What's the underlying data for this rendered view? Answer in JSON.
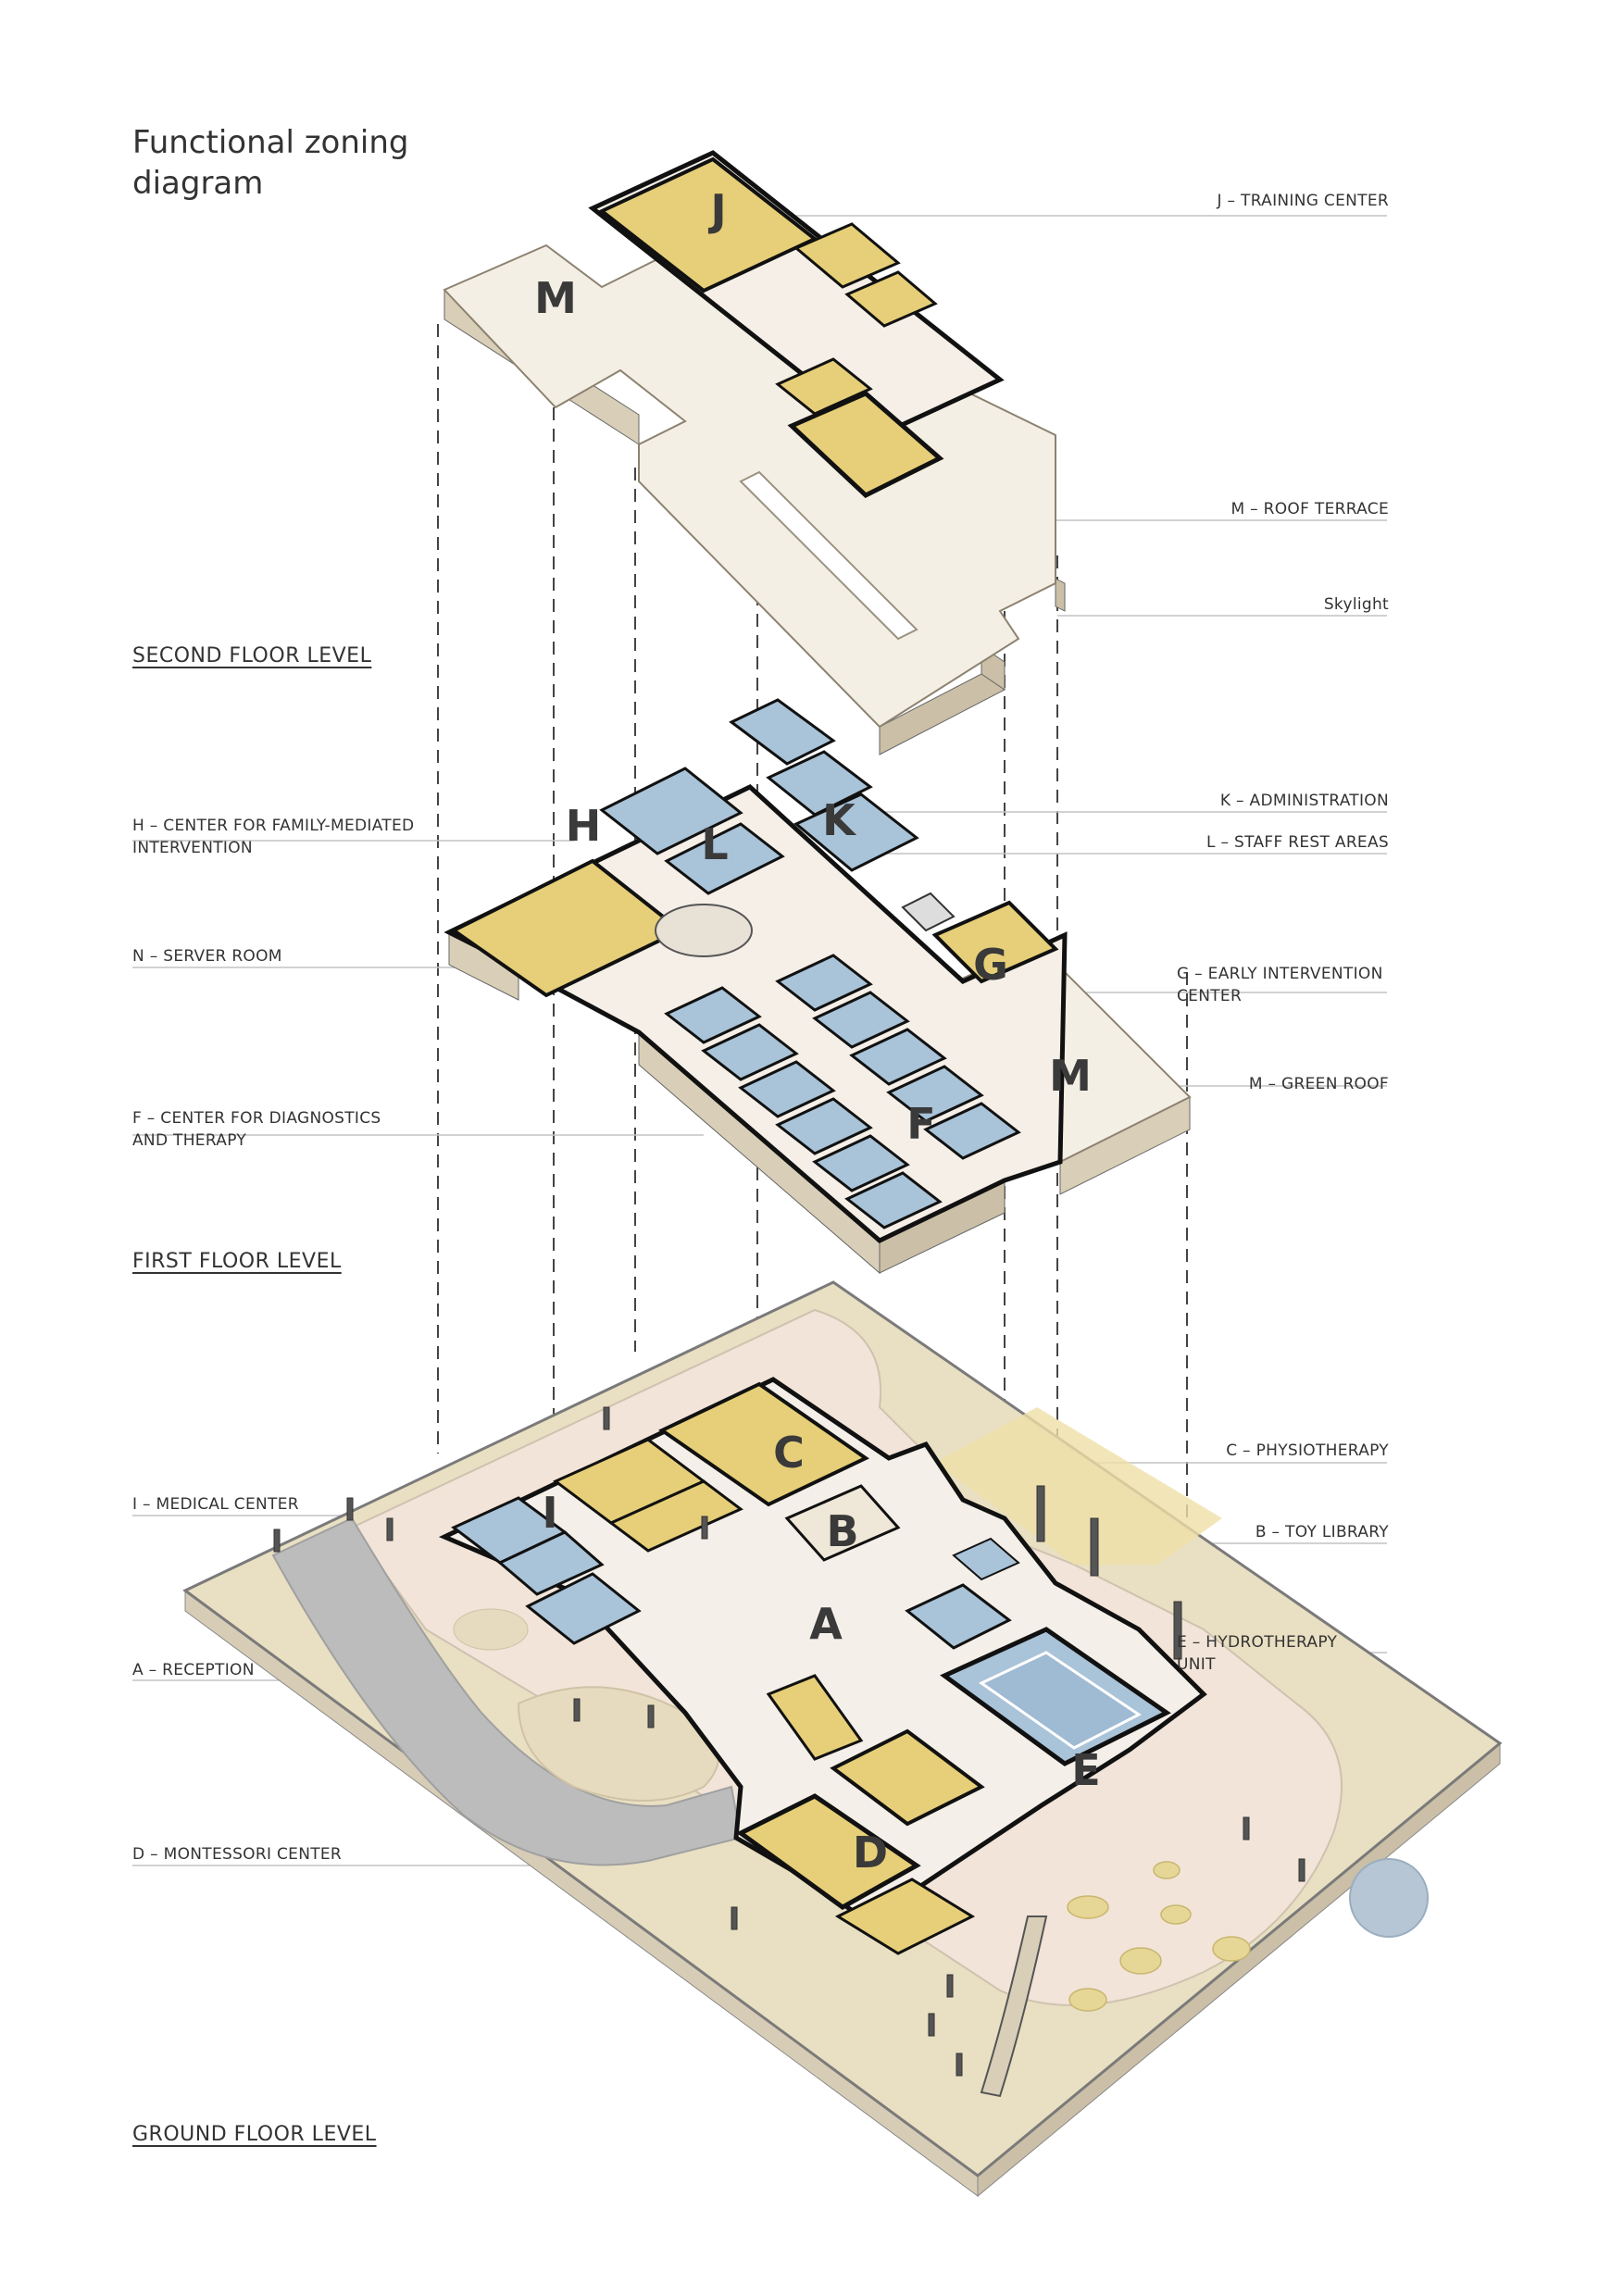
{
  "title": "Functional zoning\ndiagram",
  "levels": {
    "second": "SECOND FLOOR LEVEL",
    "first": "FIRST FLOOR LEVEL",
    "ground": "GROUND FLOOR LEVEL"
  },
  "zone_letters": {
    "J": "J",
    "M": "M",
    "H": "H",
    "L": "L",
    "K": "K",
    "G": "G",
    "F": "F",
    "C": "C",
    "B": "B",
    "I": "I",
    "A": "A",
    "E": "E",
    "D": "D"
  },
  "callouts": {
    "training_center": "J – TRAINING CENTER",
    "roof_terrace": "M – ROOF TERRACE",
    "skylight": "Skylight",
    "family_mediated": "H – CENTER FOR FAMILY-MEDIATED\nINTERVENTION",
    "administration": "K – ADMINISTRATION",
    "staff_rest": "L – STAFF REST AREAS",
    "server_room": "N – SERVER ROOM",
    "early_intervention": "G – EARLY INTERVENTION\nCENTER",
    "green_roof": "M – GREEN ROOF",
    "diagnostics": "F – CENTER FOR DIAGNOSTICS\nAND THERAPY",
    "physiotherapy": "C – PHYSIOTHERAPY",
    "medical_center": "I – MEDICAL CENTER",
    "toy_library": "B – TOY LIBRARY",
    "reception": "A – RECEPTION",
    "hydrotherapy": "E – HYDROTHERAPY\nUNIT",
    "montessori": "D – MONTESSORI CENTER"
  },
  "colors": {
    "yellow_zone": "#e6cf78",
    "blue_zone": "#a9c3d8",
    "roof": "#f4efe4",
    "site": "#e9dfc2",
    "paving": "#f2e4d8",
    "road": "#b9b9b9",
    "wall": "#111111",
    "slab_edge": "#d9cfb8",
    "leader": "#bdbdbd",
    "dashed": "#444444",
    "text": "#333333"
  }
}
